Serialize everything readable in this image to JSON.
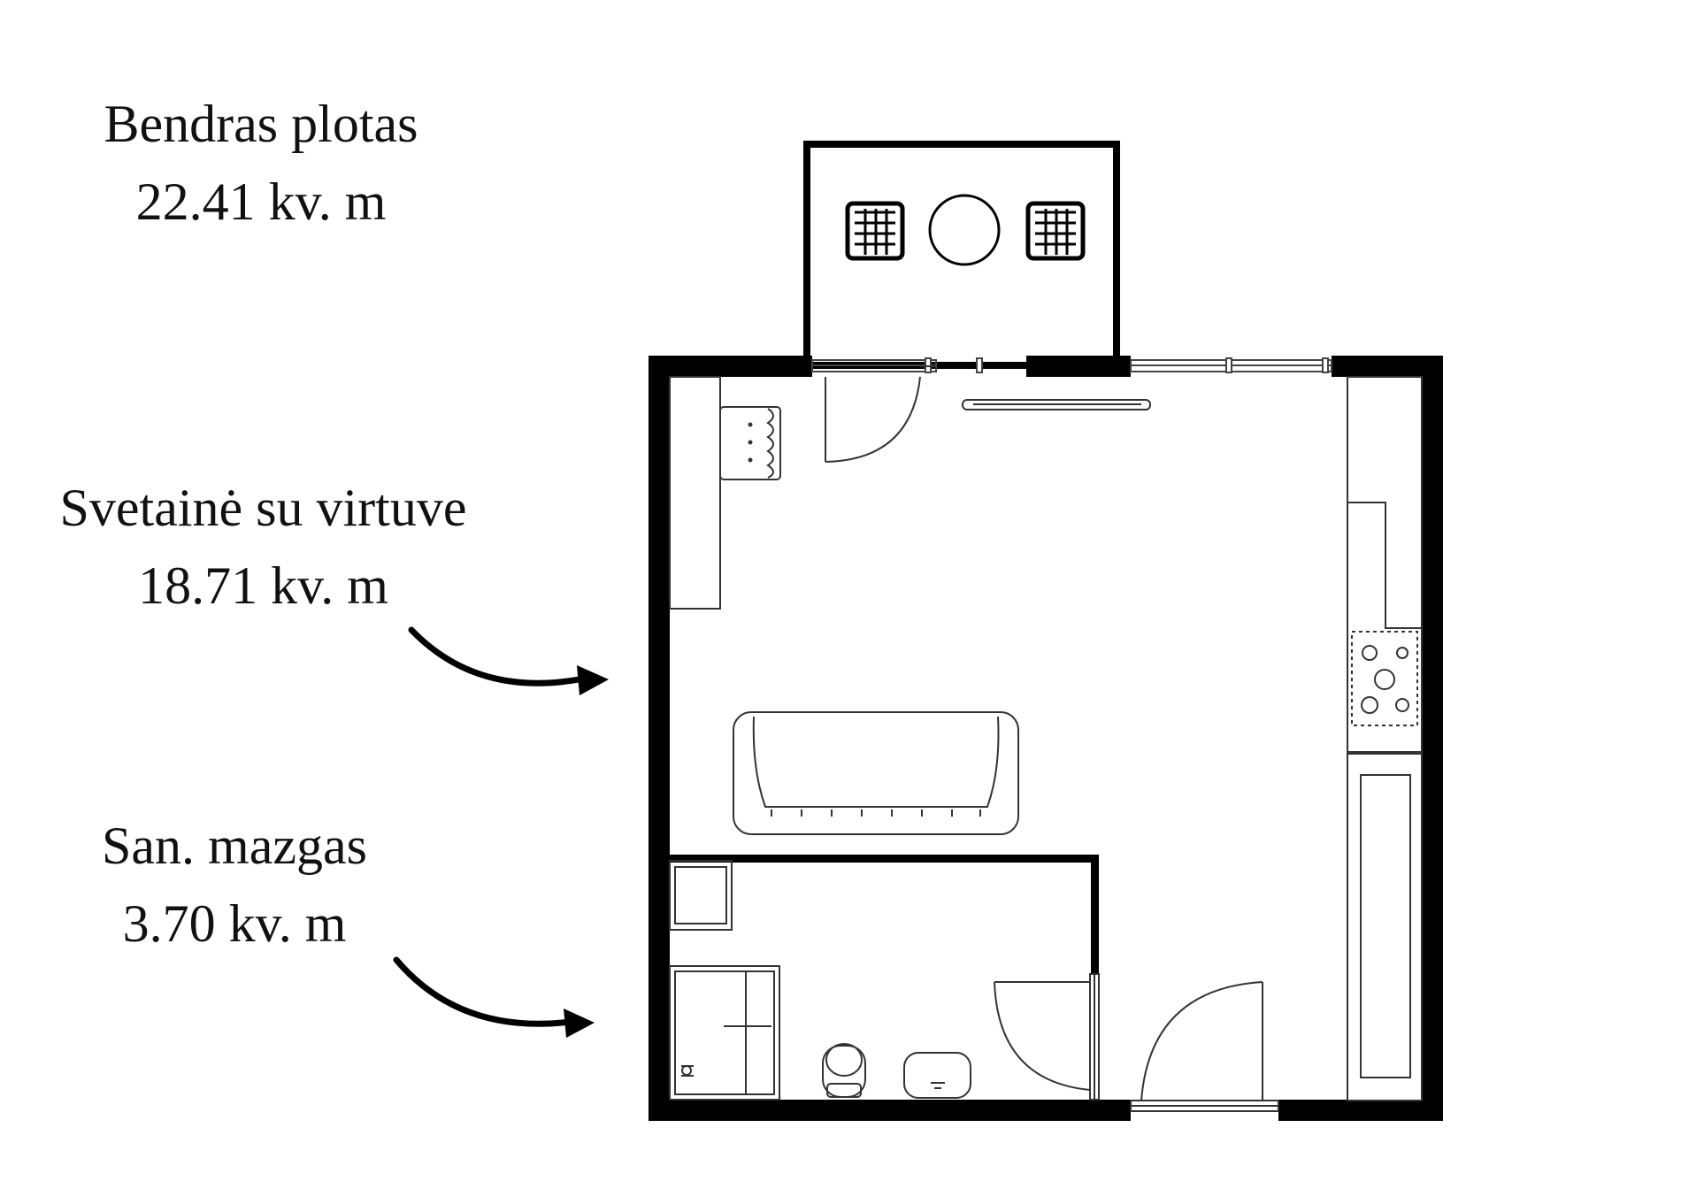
{
  "rooms": {
    "total": {
      "name": "Bendras plotas",
      "area": "22.41 kv. m"
    },
    "living": {
      "name": "Svetainė su virtuve",
      "area": "18.71 kv. m"
    },
    "bathroom": {
      "name": "San. mazgas",
      "area": "3.70 kv. m"
    }
  },
  "colors": {
    "wall": "#000000",
    "line": "#222222",
    "background": "#ffffff"
  },
  "icons": [
    "arrow-icon",
    "chair-icon",
    "table-icon",
    "sofa-icon",
    "bed-icon",
    "stove-icon",
    "toilet-icon",
    "sink-icon",
    "shower-icon",
    "tv-icon",
    "door-icon",
    "window-icon"
  ]
}
